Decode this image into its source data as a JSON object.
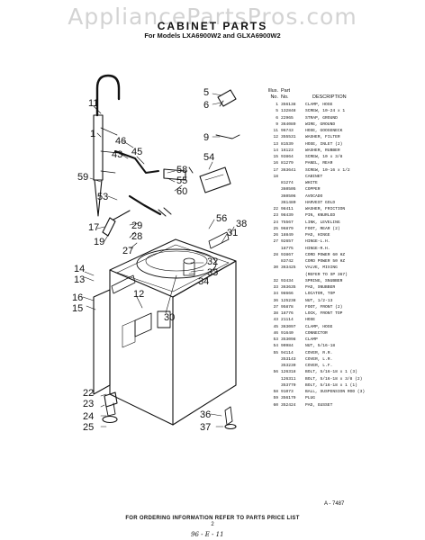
{
  "watermark": "AppliancePartsPros.com",
  "title": "CABINET PARTS",
  "subtitle": "For Models LXA6900W2 and GLXA6900W2",
  "table": {
    "header_illus": "Illus.",
    "header_no": "No.",
    "header_part": "Part",
    "header_partno": "No.",
    "header_desc": "DESCRIPTION",
    "rows": [
      {
        "no": "1",
        "part": "356138",
        "desc": "CLAMP, HOSE"
      },
      {
        "no": "5",
        "part": "132848",
        "desc": "SCREW, 10-24 x 1"
      },
      {
        "no": "6",
        "part": "22965",
        "desc": "STRAP, GROUND"
      },
      {
        "no": "9",
        "part": "364089",
        "desc": "WIRE, GROUND"
      },
      {
        "no": "11",
        "part": "96743",
        "desc": "HOSE, GOOSENECK"
      },
      {
        "no": "12",
        "part": "355531",
        "desc": "WASHER, FILTER"
      },
      {
        "no": "13",
        "part": "81539",
        "desc": "HOSE, INLET (2)"
      },
      {
        "no": "14",
        "part": "16123",
        "desc": "WASHER, RUBBER"
      },
      {
        "no": "15",
        "part": "93864",
        "desc": "SCREW, 10 x 3/8"
      },
      {
        "no": "16",
        "part": "81279",
        "desc": "PANEL, REAR"
      },
      {
        "no": "17",
        "part": "363641",
        "desc": "SCREW, 10-16 x 1/2"
      },
      {
        "no": "18",
        "part": "",
        "desc": "CABINET"
      },
      {
        "no": "",
        "part": "81274",
        "desc": "WHITE"
      },
      {
        "no": "",
        "part": "360505",
        "desc": "COPPER"
      },
      {
        "no": "",
        "part": "360506",
        "desc": "AVOCADO"
      },
      {
        "no": "",
        "part": "361480",
        "desc": "HARVEST GOLD"
      },
      {
        "no": "22",
        "part": "98411",
        "desc": "WASHER, FRICTION"
      },
      {
        "no": "23",
        "part": "98439",
        "desc": "PIN, KNURLED"
      },
      {
        "no": "24",
        "part": "75567",
        "desc": "LINK, LEVELING"
      },
      {
        "no": "25",
        "part": "96879",
        "desc": "FOOT, REAR (2)"
      },
      {
        "no": "26",
        "part": "18849",
        "desc": "PAD, HINGE"
      },
      {
        "no": "27",
        "part": "92657",
        "desc": "HINGE-L.H."
      },
      {
        "no": "",
        "part": "18775",
        "desc": "HINGE-R.H."
      },
      {
        "no": "28",
        "part": "93867",
        "desc": "CORD POWER 60 HZ"
      },
      {
        "no": "",
        "part": "83742",
        "desc": "CORD POWER 50 HZ"
      },
      {
        "no": "30",
        "part": "363425",
        "desc": "VALVE, MIXING"
      },
      {
        "no": "",
        "part": "",
        "desc": "(REFER TO SP 367)"
      },
      {
        "no": "32",
        "part": "93434",
        "desc": "SPRING, SNUBBER"
      },
      {
        "no": "33",
        "part": "363635",
        "desc": "PAD, SNUBBER"
      },
      {
        "no": "34",
        "part": "98666",
        "desc": "LOCATOR, TOP"
      },
      {
        "no": "36",
        "part": "125238",
        "desc": "NUT, 1/2-13"
      },
      {
        "no": "37",
        "part": "95878",
        "desc": "FOOT, FRONT (2)"
      },
      {
        "no": "38",
        "part": "18776",
        "desc": "LOCK, FRONT TOP"
      },
      {
        "no": "43",
        "part": "21114",
        "desc": "HOSE"
      },
      {
        "no": "45",
        "part": "363097",
        "desc": "CLAMP, HOSE"
      },
      {
        "no": "46",
        "part": "91640",
        "desc": "CONNECTOR"
      },
      {
        "no": "53",
        "part": "353098",
        "desc": "CLAMP"
      },
      {
        "no": "54",
        "part": "90984",
        "desc": "NUT, 5/16-18"
      },
      {
        "no": "55",
        "part": "94114",
        "desc": "COVER, R.R."
      },
      {
        "no": "",
        "part": "353143",
        "desc": "COVER, L.R."
      },
      {
        "no": "",
        "part": "353230",
        "desc": "COVER, L.F."
      },
      {
        "no": "56",
        "part": "126318",
        "desc": "BOLT, 5/16-18 x 1 (3)"
      },
      {
        "no": "",
        "part": "126311",
        "desc": "BOLT, 5/16-18 x 3/8 (2)"
      },
      {
        "no": "",
        "part": "353770",
        "desc": "BOLT, 5/16-18 x 1 (1)"
      },
      {
        "no": "58",
        "part": "91073",
        "desc": "BALL, SUSPENSION ROD (3)"
      },
      {
        "no": "59",
        "part": "356179",
        "desc": "PLUG"
      },
      {
        "no": "60",
        "part": "352424",
        "desc": "PAD, GUSSET"
      }
    ]
  },
  "callouts": [
    "5",
    "6",
    "11",
    "1",
    "46",
    "43",
    "45",
    "9",
    "59",
    "53",
    "58",
    "55",
    "60",
    "54",
    "17",
    "19",
    "29",
    "28",
    "27",
    "56",
    "31",
    "38",
    "14",
    "13",
    "16",
    "15",
    "12",
    "32",
    "33",
    "34",
    "30",
    "22",
    "23",
    "24",
    "25",
    "36",
    "37"
  ],
  "ref_code": "A - 7487",
  "ordering_note": "FOR ORDERING INFORMATION REFER TO PARTS PRICE LIST",
  "page_number": "2",
  "handwritten_code": "96 - E - 11"
}
